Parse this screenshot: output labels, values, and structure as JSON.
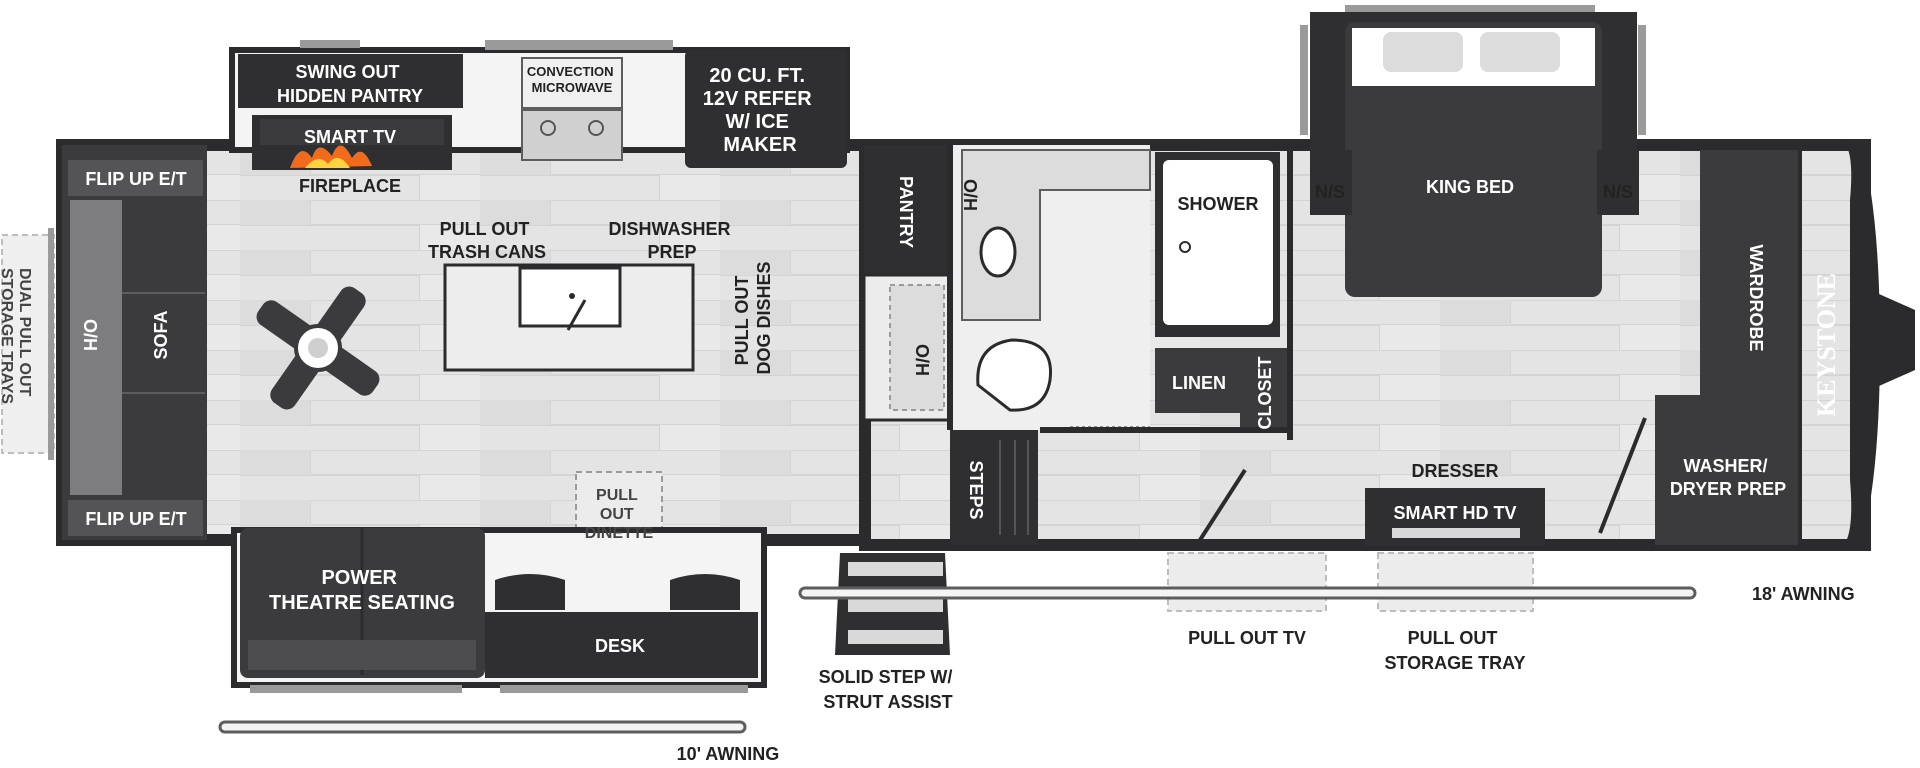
{
  "brand": "KEYSTONE",
  "labels": {
    "dual_pull_out": [
      "DUAL PULL OUT",
      "STORAGE TRAYS"
    ],
    "flip_up_top": "FLIP UP E/T",
    "flip_up_bottom": "FLIP UP E/T",
    "oh_left": "O/H",
    "sofa": "SOFA",
    "swing_out_pantry": [
      "SWING OUT",
      "HIDDEN PANTRY"
    ],
    "smart_tv": "SMART TV",
    "fireplace": "FIREPLACE",
    "convection_microwave": [
      "CONVECTION",
      "MICROWAVE"
    ],
    "refer": [
      "20 CU. FT.",
      "12V REFER",
      "W/ ICE",
      "MAKER"
    ],
    "pull_out_trash": [
      "PULL OUT",
      "TRASH CANS"
    ],
    "dishwasher_prep": [
      "DISHWASHER",
      "PREP"
    ],
    "pull_out_dog_dishes": [
      "PULL OUT",
      "DOG DISHES"
    ],
    "pantry": "PANTRY",
    "oh_pantry": "O/H",
    "oh_bath": "O/H",
    "shower": "SHOWER",
    "linen": "LINEN",
    "closet": "CLOSET",
    "steps": "STEPS",
    "ns_left": "N/S",
    "ns_right": "N/S",
    "king_bed": "KING BED",
    "wardrobe": "WARDROBE",
    "washer_dryer": [
      "WASHER/",
      "DRYER PREP"
    ],
    "dresser": "DRESSER",
    "smart_hd_tv": "SMART HD TV",
    "pull_out_dinette": [
      "PULL",
      "OUT",
      "DINETTE"
    ],
    "power_theatre": [
      "POWER",
      "THEATRE SEATING"
    ],
    "desk": "DESK",
    "solid_step": [
      "SOLID STEP W/",
      "STRUT ASSIST"
    ],
    "pull_out_tv": "PULL OUT TV",
    "pull_out_storage_tray": [
      "PULL OUT",
      "STORAGE TRAY"
    ],
    "awning_18": "18' AWNING",
    "awning_10": "10' AWNING"
  },
  "colors": {
    "wall": "#2b2b2d",
    "cabinet": "#3a3a3c",
    "floor": "#e3e3e3",
    "plank_line": "#c9c9c9",
    "counter": "#ececec",
    "fire": "#f26a1b",
    "text_dark": "#222222",
    "text_light": "#ffffff"
  }
}
